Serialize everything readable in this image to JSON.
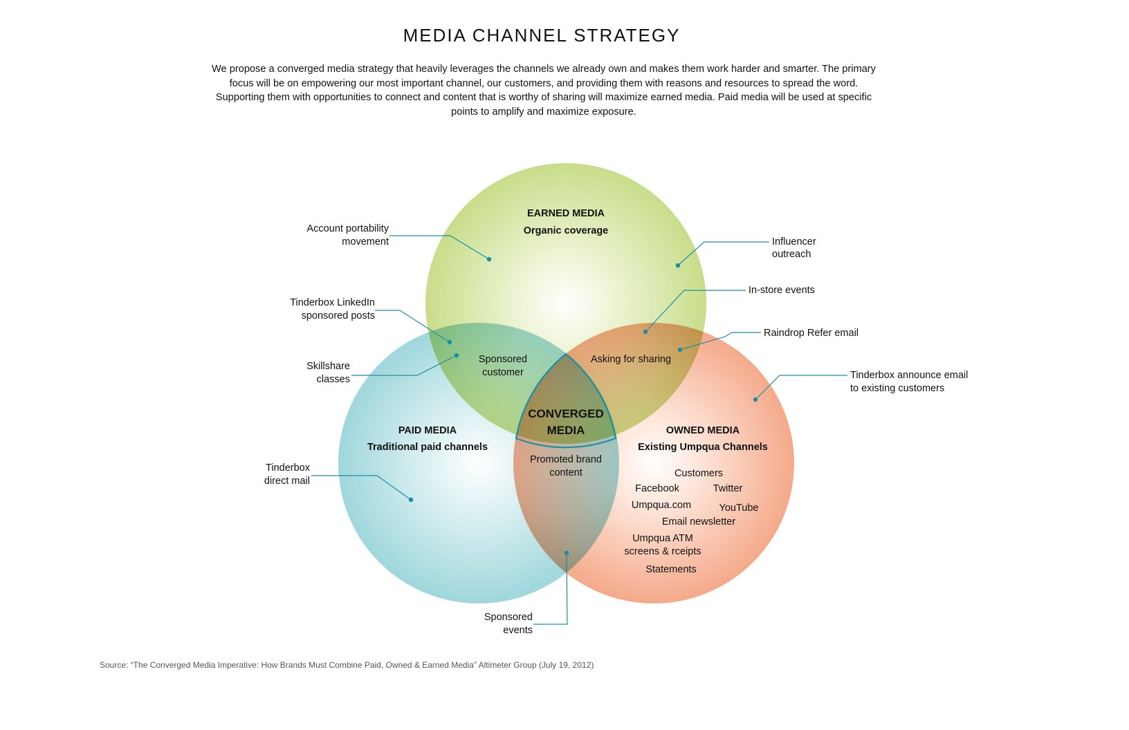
{
  "title": "MEDIA CHANNEL STRATEGY",
  "intro": "We propose a converged media strategy that heavily leverages the channels we already own and makes them work harder and smarter. The primary focus  will be on empowering our most important channel, our customers, and providing them with reasons and resources to spread the word. Supporting them with opportunities to connect and content that is worthy of sharing will maximize earned media. Paid media will be used at specific points to amplify and maximize exposure.",
  "circles": {
    "earned": {
      "heading": "EARNED MEDIA",
      "subheading": "Organic coverage",
      "color": "#c8dd8a"
    },
    "paid": {
      "heading": "PAID MEDIA",
      "subheading": "Traditional paid channels",
      "color": "#9fd7dc"
    },
    "owned": {
      "heading": "OWNED MEDIA",
      "subheading": "Existing Umpqua Channels",
      "color": "#f5a98a"
    }
  },
  "overlaps": {
    "earned_paid": [
      "Sponsored",
      "customer"
    ],
    "earned_owned": "Asking for sharing",
    "paid_owned": [
      "Promoted brand",
      "content"
    ],
    "center": [
      "CONVERGED",
      "MEDIA"
    ]
  },
  "owned_channels": {
    "customers": "Customers",
    "facebook": "Facebook",
    "twitter": "Twitter",
    "umpqua_com": "Umpqua.com",
    "youtube": "YouTube",
    "email_newsletter": "Email newsletter",
    "atm_line1": "Umpqua ATM",
    "atm_line2": "screens & rceipts",
    "statements": "Statements"
  },
  "callouts": {
    "account_portability": [
      "Account portability",
      "movement"
    ],
    "tinderbox_linkedin": [
      "Tinderbox LinkedIn",
      "sponsored posts"
    ],
    "skillshare": [
      "Skillshare",
      "classes"
    ],
    "tinderbox_direct_mail": [
      "Tinderbox",
      "direct mail"
    ],
    "influencer": [
      "Influencer",
      "outreach"
    ],
    "instore": "In-store events",
    "raindrop": "Raindrop Refer email",
    "tinderbox_announce": [
      "Tinderbox announce email",
      "to existing customers"
    ],
    "sponsored_events": [
      "Sponsored",
      "events"
    ]
  },
  "leader_color": "#1c8ea3",
  "source": "Source: “The Converged Media Imperative: How Brands Must Combine Paid, Owned & Earned Media” Altimeter Group (July 19, 2012)"
}
